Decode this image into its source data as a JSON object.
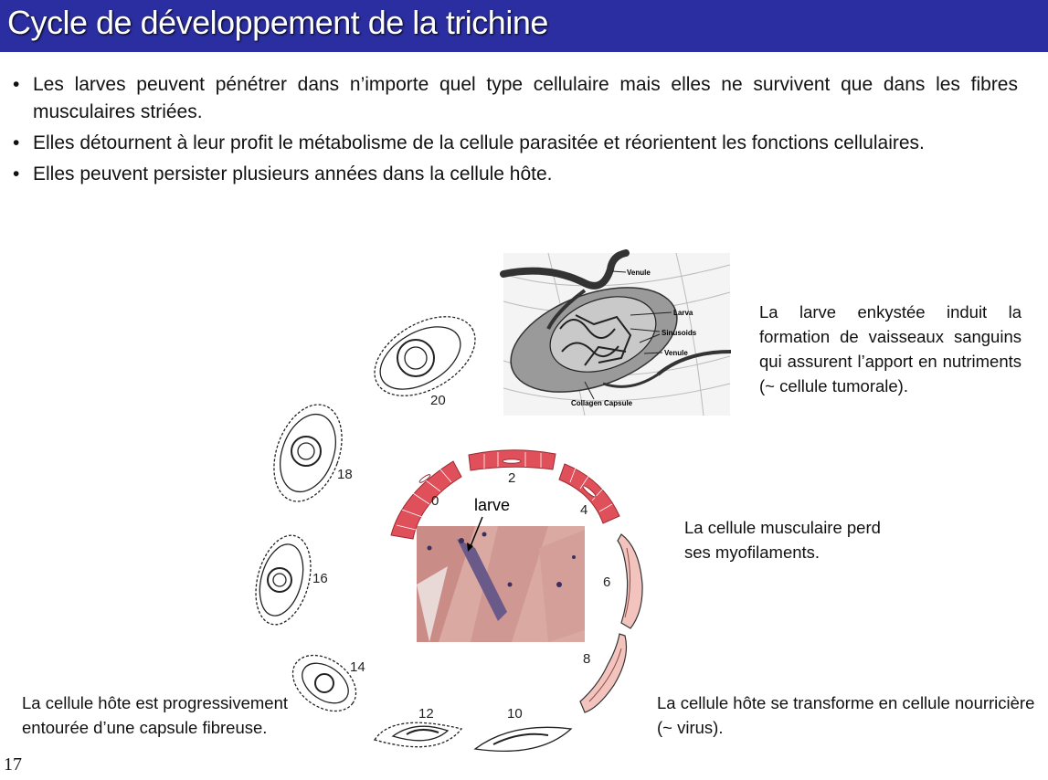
{
  "title": "Cycle de développement de la trichine",
  "bullets": [
    "Les larves peuvent pénétrer dans n’importe quel type cellulaire mais elles ne survivent que dans les fibres musculaires striées.",
    "Elles détournent à leur profit le métabolisme de la cellule parasitée et réorientent les fonctions cellulaires.",
    "Elles peuvent persister plusieurs années dans la cellule hôte."
  ],
  "bullet_symbol": "•",
  "captions": {
    "vessels": "La larve enkystée induit la formation de vaisseaux sanguins qui assurent l’apport en nutriments (~ cellule tumorale).",
    "myofilaments": "La cellule musculaire perd ses myofilaments.",
    "capsule": "La cellule hôte est progressivement entourée d’une capsule fibreuse.",
    "nurse_cell": "La cellule hôte se transforme en cellule nourricière (~ virus)."
  },
  "diagram_labels": {
    "venule_top": "Venule",
    "larva": "Larva",
    "sinusoids": "Sinusoids",
    "venule_mid": "Venule",
    "collagen_capsule": "Collagen Capsule",
    "larve": "larve"
  },
  "stages": [
    "0",
    "2",
    "4",
    "6",
    "8",
    "10",
    "12",
    "14",
    "16",
    "18",
    "20"
  ],
  "page_number": "17",
  "colors": {
    "title_bar": "#2b2ea0",
    "muscle_red": "#e0505a",
    "nurse_pink": "#f3c4bd",
    "histology_bg": "#d9a9a2"
  }
}
